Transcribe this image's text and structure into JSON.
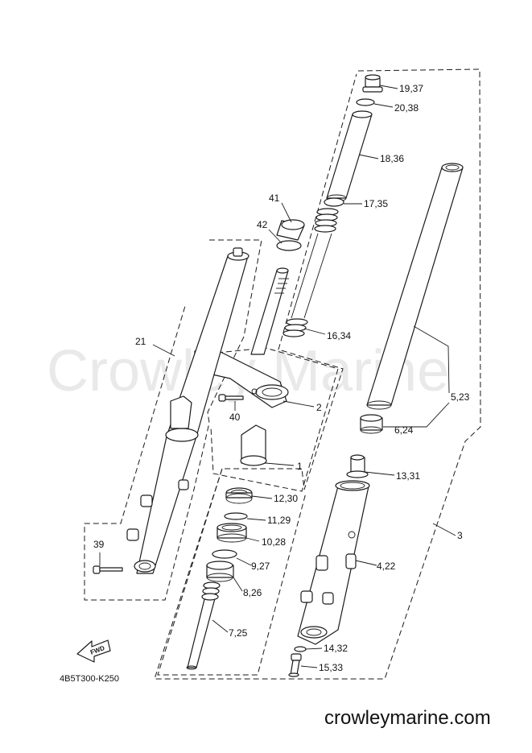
{
  "watermark": "Crowley Marine",
  "diagram_code": "4B5T300-K250",
  "fwd_label": "FWD",
  "site_footer": "crowleymarine.com",
  "callouts": {
    "c19_37": "19,37",
    "c20_38": "20,38",
    "c18_36": "18,36",
    "c17_35": "17,35",
    "c41": "41",
    "c42": "42",
    "c16_34": "16,34",
    "c21": "21",
    "c2": "2",
    "c40": "40",
    "c5_23": "5,23",
    "c6_24": "6,24",
    "c1": "1",
    "c13_31": "13,31",
    "c12_30": "12,30",
    "c11_29": "11,29",
    "c3": "3",
    "c10_28": "10,28",
    "c39": "39",
    "c9_27": "9,27",
    "c4_22": "4,22",
    "c8_26": "8,26",
    "c7_25": "7,25",
    "c14_32": "14,32",
    "c15_33": "15,33"
  }
}
